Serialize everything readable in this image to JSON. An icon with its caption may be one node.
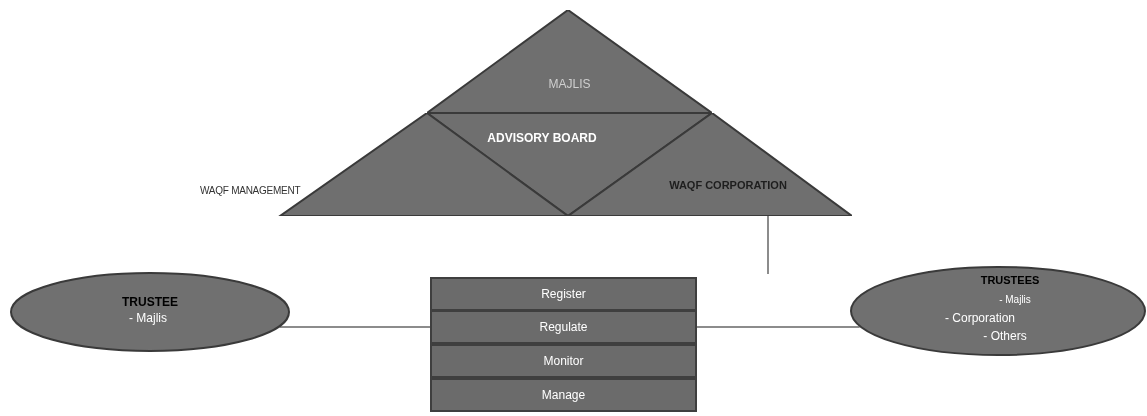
{
  "diagram": {
    "nodes": [
      {
        "text": [
          "MAJLIS"
        ]
      },
      {
        "text": [
          "ADVISORY BOARD"
        ]
      },
      {
        "text": [
          "WAQF MANAGEMENT"
        ]
      },
      {
        "text": [
          "WAQF CORPORATION"
        ]
      },
      {
        "text": [
          "Register"
        ]
      },
      {
        "text": [
          "Regulate"
        ]
      },
      {
        "text": [
          "Monitor"
        ]
      },
      {
        "text": [
          "Manage"
        ]
      },
      {
        "text": [
          "TRUSTEE",
          "- Majlis"
        ]
      },
      {
        "text": [
          "TRUSTEES",
          "- Majlis",
          "- Corporation",
          "- Others"
        ]
      }
    ],
    "edges": [
      {
        "from": 8,
        "to": 5,
        "arrow": "none"
      },
      {
        "from": 5,
        "to": 9,
        "arrow": "none"
      },
      {
        "from": 3,
        "to": null,
        "arrow": "none"
      }
    ]
  }
}
